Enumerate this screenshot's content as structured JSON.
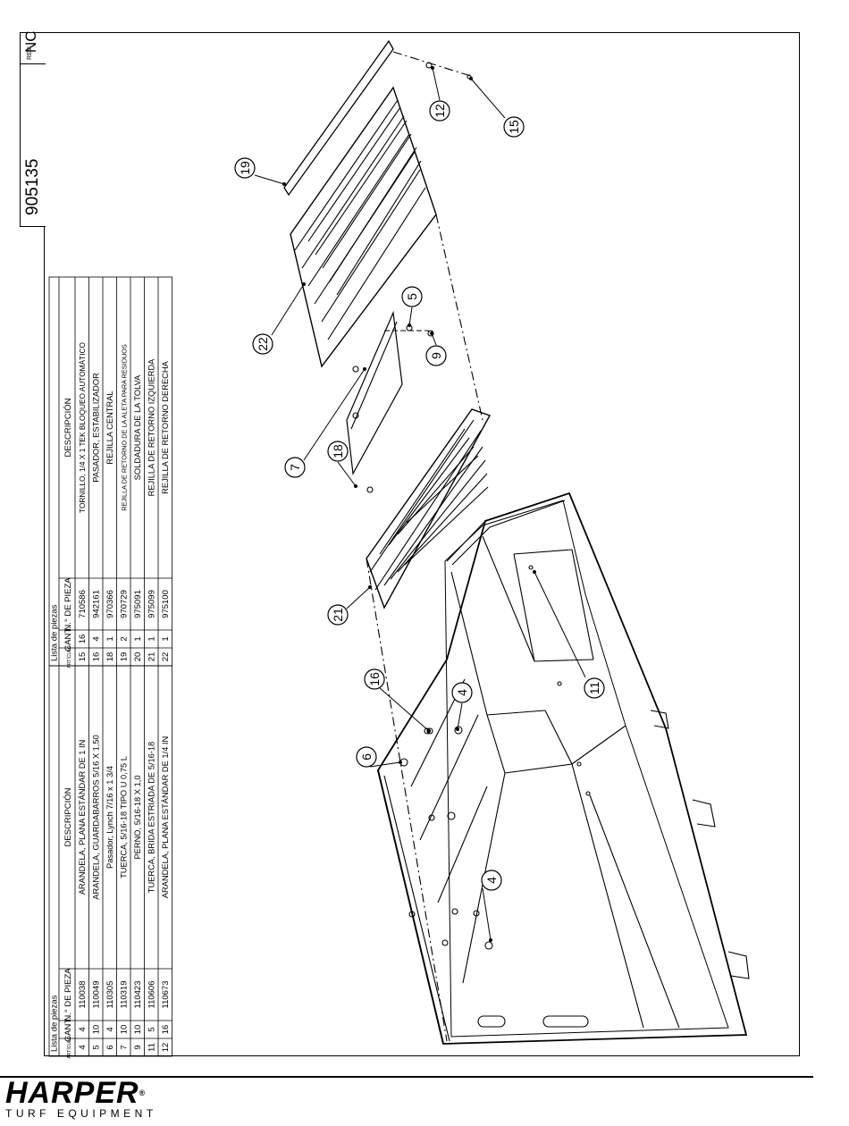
{
  "title_block": {
    "drawing_number": "905135",
    "rev_label": "REV:",
    "rev_value": "NC"
  },
  "table_left": {
    "title": "Lista de piezas",
    "headers": {
      "item": "ARTÍCULO",
      "qty": "CANT.",
      "part": "N.° DE PIEZA",
      "desc": "DESCRIPCIÓN"
    },
    "rows": [
      {
        "item": "4",
        "qty": "4",
        "part": "110038",
        "desc": "ARANDELA, PLANA ESTÁNDAR DE 1 IN"
      },
      {
        "item": "5",
        "qty": "10",
        "part": "110049",
        "desc": "ARANDELA, GUARDABARROS 5/16 X 1,50"
      },
      {
        "item": "6",
        "qty": "4",
        "part": "110305",
        "desc": "Pasador, Lynch 7/16 x 1 3/4"
      },
      {
        "item": "7",
        "qty": "10",
        "part": "110319",
        "desc": "TUERCA, 5/16-18 TIPO U 0,75 L"
      },
      {
        "item": "9",
        "qty": "10",
        "part": "110423",
        "desc": "PERNO, 5/16-18 X 1,0"
      },
      {
        "item": "11",
        "qty": "5",
        "part": "110606",
        "desc": "TUERCA, BRIDA ESTRIADA DE 5/16-18"
      },
      {
        "item": "12",
        "qty": "16",
        "part": "110673",
        "desc": "ARANDELA, PLANA ESTÁNDAR DE 1/4 IN"
      }
    ]
  },
  "table_right": {
    "title": "Lista de piezas",
    "headers": {
      "item": "ARTÍCULO",
      "qty": "CANT.",
      "part": "N.° DE PIEZA",
      "desc": "DESCRIPCIÓN"
    },
    "rows": [
      {
        "item": "15",
        "qty": "16",
        "part": "710586",
        "desc": "TORNILLO, 1/4 X 1 TEK BLOQUEO AUTOMÁTICO"
      },
      {
        "item": "16",
        "qty": "4",
        "part": "942161",
        "desc": "PASADOR, ESTABILIZADOR"
      },
      {
        "item": "18",
        "qty": "1",
        "part": "970366",
        "desc": "REJILLA CENTRAL"
      },
      {
        "item": "19",
        "qty": "2",
        "part": "970729",
        "desc": "REJILLA DE RETORNO DE LA ALETA PARA RESIDUOS"
      },
      {
        "item": "20",
        "qty": "1",
        "part": "975091",
        "desc": "SOLDADURA DE LA TOLVA"
      },
      {
        "item": "21",
        "qty": "1",
        "part": "975099",
        "desc": "REJILLA DE RETORNO IZQUIERDA"
      },
      {
        "item": "22",
        "qty": "1",
        "part": "975100",
        "desc": "REJILLA DE RETORNO DERECHA"
      }
    ]
  },
  "balloons": [
    "19",
    "12",
    "15",
    "22",
    "5",
    "9",
    "18",
    "7",
    "21",
    "16",
    "4",
    "6",
    "11",
    "4"
  ],
  "logo": {
    "brand": "HARPER",
    "tagline": "TURF EQUIPMENT"
  }
}
